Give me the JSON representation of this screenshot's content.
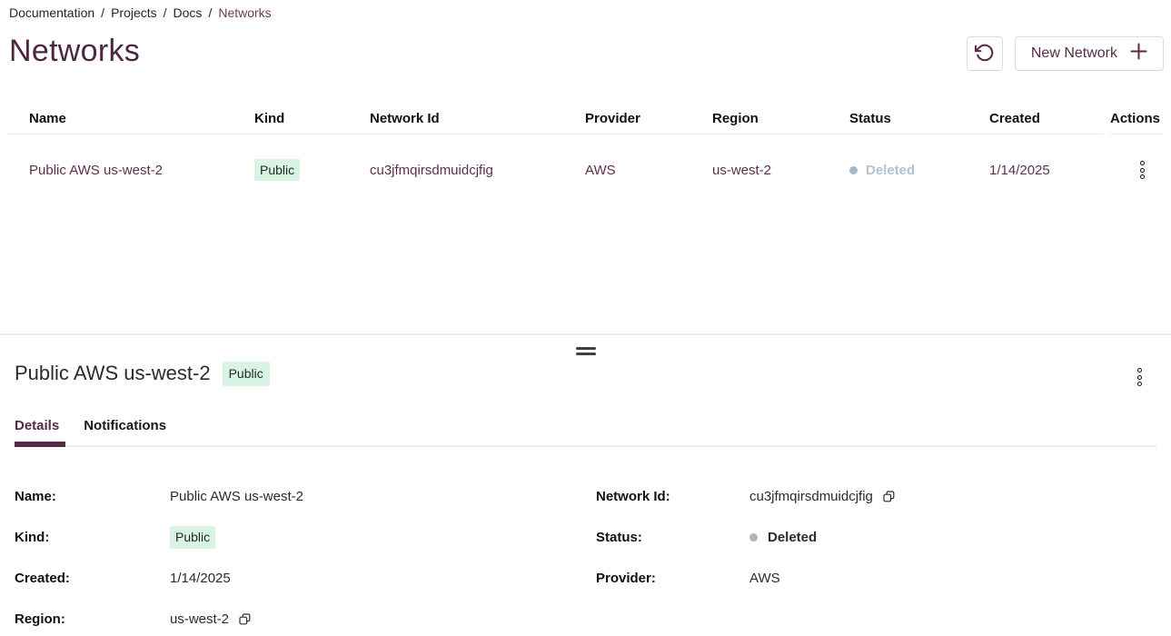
{
  "colors": {
    "accent": "#542a45",
    "row_text": "#5d2f4d",
    "badge_bg": "#d9f3e5",
    "badge_text": "#1c2b24",
    "status_muted": "#b3c2ce",
    "border": "#e8ebee"
  },
  "breadcrumb": {
    "separator": "/",
    "items": [
      {
        "label": "Documentation"
      },
      {
        "label": "Projects"
      },
      {
        "label": "Docs"
      }
    ],
    "current": "Networks"
  },
  "page": {
    "title": "Networks"
  },
  "toolbar": {
    "new_network_label": "New Network"
  },
  "icons": {
    "refresh": "↺",
    "plus": "+",
    "kebab": "⋮",
    "copy": "⧉",
    "drag_handle": "=",
    "status_dot": "●"
  },
  "table": {
    "columns": [
      "Name",
      "Kind",
      "Network Id",
      "Provider",
      "Region",
      "Status",
      "Created",
      "Actions"
    ],
    "rows": [
      {
        "name": "Public AWS us-west-2",
        "kind": "Public",
        "network_id": "cu3jfmqirsdmuidcjfig",
        "provider": "AWS",
        "region": "us-west-2",
        "status": "Deleted",
        "created": "1/14/2025"
      }
    ]
  },
  "drawer": {
    "title": "Public AWS us-west-2",
    "badge": "Public",
    "tabs": [
      {
        "label": "Details",
        "active": true
      },
      {
        "label": "Notifications",
        "active": false
      }
    ],
    "details": {
      "name_label": "Name:",
      "name_value": "Public AWS us-west-2",
      "kind_label": "Kind:",
      "kind_value": "Public",
      "created_label": "Created:",
      "created_value": "1/14/2025",
      "region_label": "Region:",
      "region_value": "us-west-2",
      "network_id_label": "Network Id:",
      "network_id_value": "cu3jfmqirsdmuidcjfig",
      "status_label": "Status:",
      "status_value": "Deleted",
      "provider_label": "Provider:",
      "provider_value": "AWS"
    }
  }
}
